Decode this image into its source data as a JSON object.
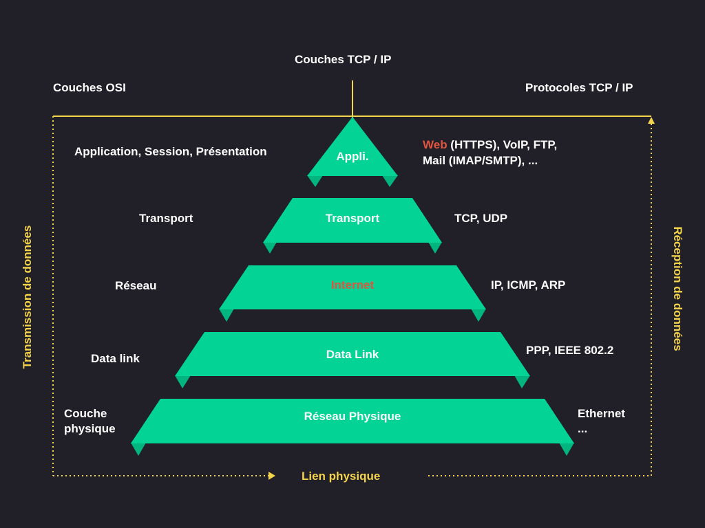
{
  "header": {
    "tcpip_layers_title": "Couches TCP / IP",
    "osi_layers_title": "Couches OSI",
    "tcpip_protocols_title": "Protocoles TCP / IP"
  },
  "side_labels": {
    "transmission": "Transmission de données",
    "reception": "Réception de données",
    "physical_link": "Lien physique"
  },
  "layers": [
    {
      "osi": "Application, Session, Présentation",
      "tcpip": "Appli.",
      "protocols_highlight": "Web",
      "protocols_line1": " (HTTPS), VoIP, FTP,",
      "protocols_line2": "Mail (IMAP/SMTP), ..."
    },
    {
      "osi": "Transport",
      "tcpip": "Transport",
      "protocols": "TCP, UDP"
    },
    {
      "osi": "Réseau",
      "tcpip": "Internet",
      "protocols": "IP, ICMP, ARP"
    },
    {
      "osi": "Data link",
      "tcpip": "Data Link",
      "protocols": "PPP, IEEE 802.2"
    },
    {
      "osi_line1": "Couche",
      "osi_line2": "physique",
      "tcpip": "Réseau Physique",
      "protocols_line1": "Ethernet",
      "protocols_line2": "..."
    }
  ],
  "colors": {
    "background": "#211f27",
    "layer_fill": "#03d394",
    "layer_tab": "#02b57f",
    "frame_line": "#f4d44b",
    "highlight": "#e1543f",
    "text": "#ffffff"
  }
}
